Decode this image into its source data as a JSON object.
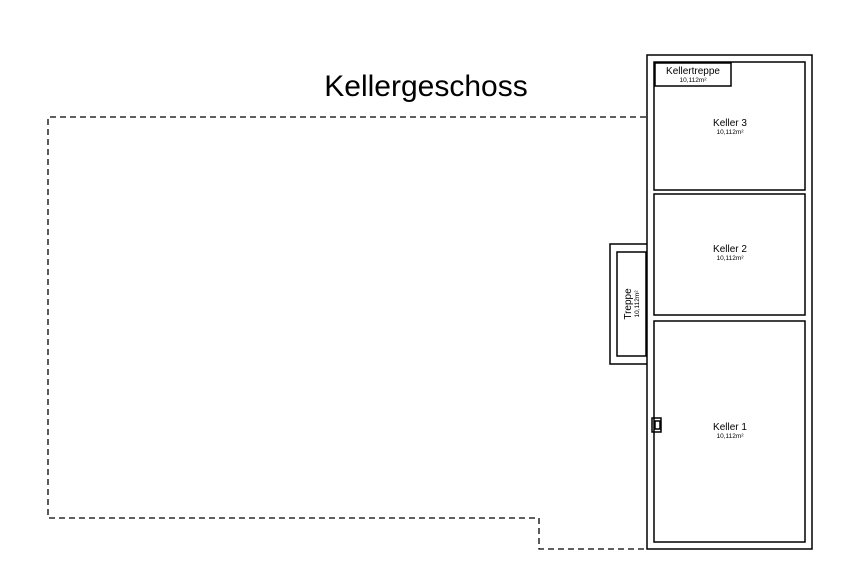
{
  "title": "Kellergeschoss",
  "rooms": {
    "kellertreppe": {
      "name": "Kellertreppe",
      "area": "10,112m²"
    },
    "keller3": {
      "name": "Keller 3",
      "area": "10,112m²"
    },
    "keller2": {
      "name": "Keller 2",
      "area": "10,112m²"
    },
    "keller1": {
      "name": "Keller 1",
      "area": "10,112m²"
    },
    "treppe": {
      "name": "Treppe",
      "area": "10,112m²"
    }
  },
  "colors": {
    "lines": "#000000",
    "background": "#ffffff"
  }
}
